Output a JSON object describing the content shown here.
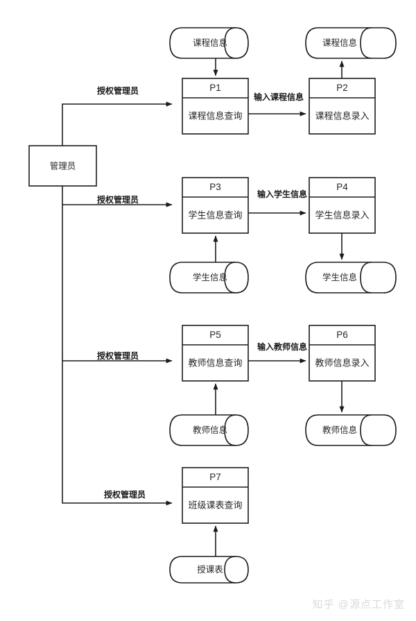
{
  "diagram": {
    "type": "data-flow-diagram",
    "background_color": "#ffffff",
    "stroke_color": "#1a1a1a",
    "text_color": "#262626",
    "external_entity": {
      "id": "admin",
      "label": "管理员"
    },
    "processes": [
      {
        "id": "P1",
        "code": "P1",
        "name": "课程信息查询"
      },
      {
        "id": "P2",
        "code": "P2",
        "name": "课程信息录入"
      },
      {
        "id": "P3",
        "code": "P3",
        "name": "学生信息查询"
      },
      {
        "id": "P4",
        "code": "P4",
        "name": "学生信息录入"
      },
      {
        "id": "P5",
        "code": "P5",
        "name": "教师信息查询"
      },
      {
        "id": "P6",
        "code": "P6",
        "name": "教师信息录入"
      },
      {
        "id": "P7",
        "code": "P7",
        "name": "班级课表查询"
      }
    ],
    "data_stores": [
      {
        "id": "store-course-query",
        "label": "课程信息"
      },
      {
        "id": "store-course-entry",
        "label": "课程信息"
      },
      {
        "id": "store-student-query",
        "label": "学生信息"
      },
      {
        "id": "store-student-entry",
        "label": "学生信息"
      },
      {
        "id": "store-teacher-query",
        "label": "教师信息"
      },
      {
        "id": "store-teacher-entry",
        "label": "教师信息"
      },
      {
        "id": "store-schedule",
        "label": "授课表"
      }
    ],
    "edge_labels": {
      "branch_1": "授权管理员",
      "branch_2": "授权管理员",
      "branch_3": "授权管理员",
      "branch_4": "授权管理员",
      "course_flow": "输入课程信息",
      "student_flow": "输入学生信息",
      "teacher_flow": "输入教师信息"
    }
  },
  "watermark": {
    "text": "知乎 @源点工作室"
  }
}
